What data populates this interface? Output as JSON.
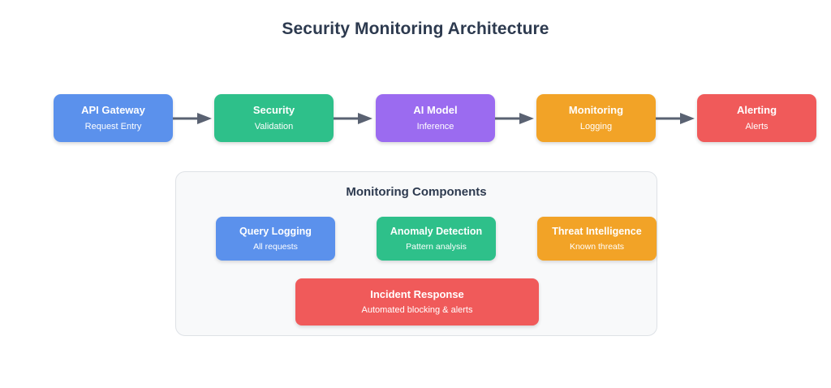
{
  "title": "Security Monitoring Architecture",
  "colors": {
    "blue": "#5b91ec",
    "green": "#2ec08a",
    "purple": "#9b6bf0",
    "orange": "#f2a327",
    "red": "#f05a5a",
    "arrow": "#5a6272",
    "title_text": "#2d3a4f",
    "panel_bg": "#f8f9fa",
    "panel_border": "#dee2e6",
    "page_bg": "#ffffff"
  },
  "pipeline": {
    "arrow_icon": "arrow-right-icon",
    "nodes": [
      {
        "title": "API Gateway",
        "subtitle": "Request Entry",
        "color": "#5b91ec"
      },
      {
        "title": "Security",
        "subtitle": "Validation",
        "color": "#2ec08a"
      },
      {
        "title": "AI Model",
        "subtitle": "Inference",
        "color": "#9b6bf0"
      },
      {
        "title": "Monitoring",
        "subtitle": "Logging",
        "color": "#f2a327"
      },
      {
        "title": "Alerting",
        "subtitle": "Alerts",
        "color": "#f05a5a"
      }
    ]
  },
  "panel": {
    "title": "Monitoring Components",
    "components": [
      {
        "title": "Query Logging",
        "subtitle": "All requests",
        "color": "#5b91ec"
      },
      {
        "title": "Anomaly Detection",
        "subtitle": "Pattern analysis",
        "color": "#2ec08a"
      },
      {
        "title": "Threat Intelligence",
        "subtitle": "Known threats",
        "color": "#f2a327"
      }
    ],
    "wide_component": {
      "title": "Incident Response",
      "subtitle": "Automated blocking & alerts",
      "color": "#f05a5a"
    }
  },
  "chart_data": {
    "type": "diagram",
    "title": "Security Monitoring Architecture",
    "flow": [
      "API Gateway",
      "Security",
      "AI Model",
      "Monitoring",
      "Alerting"
    ],
    "flow_subtitles": [
      "Request Entry",
      "Validation",
      "Inference",
      "Logging",
      "Alerts"
    ],
    "group": "Monitoring Components",
    "group_items": [
      "Query Logging",
      "Anomaly Detection",
      "Threat Intelligence",
      "Incident Response"
    ],
    "group_item_subtitles": [
      "All requests",
      "Pattern analysis",
      "Known threats",
      "Automated blocking & alerts"
    ]
  }
}
